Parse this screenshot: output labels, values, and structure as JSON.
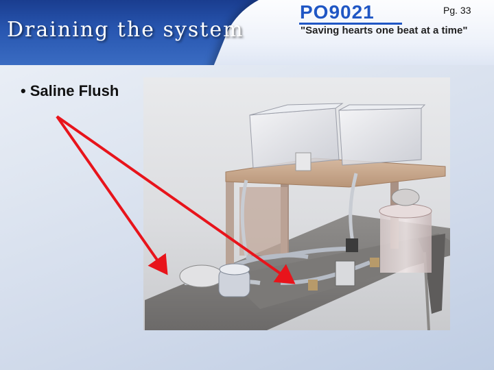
{
  "header": {
    "title": "Draining the system",
    "logo_code": "PO9021",
    "tagline": "\"Saving hearts one beat at a time\"",
    "page_number": "Pg. 33"
  },
  "bullets": [
    {
      "text": "Saline Flush"
    }
  ],
  "colors": {
    "header_blue": "#2856b0",
    "logo_blue": "#1f56c4",
    "arrow_red": "#e8141b"
  },
  "image": {
    "subject": "cad-render-perfusion-rig",
    "icon": "render-image"
  }
}
